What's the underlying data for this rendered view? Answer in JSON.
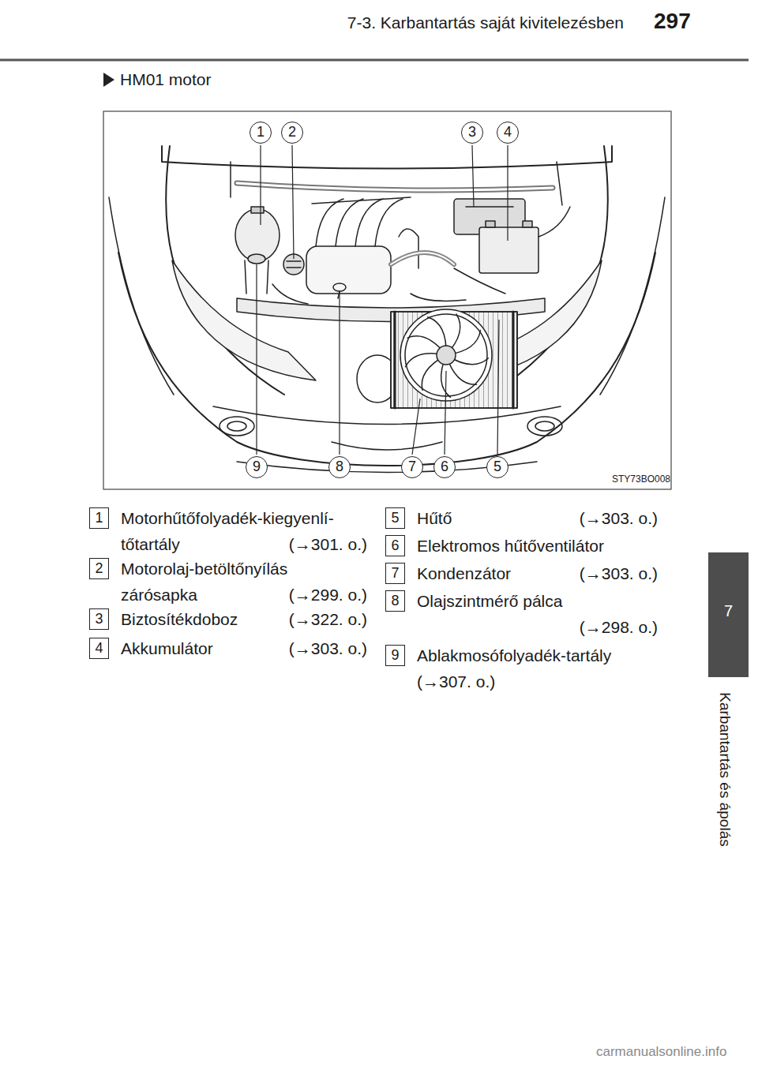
{
  "diagram": {
    "nodes": [
      {
        "text": [
          "1"
        ]
      },
      {
        "text": [
          "2"
        ]
      },
      {
        "text": [
          "3"
        ]
      },
      {
        "text": [
          "4"
        ]
      },
      {
        "text": [
          "9"
        ]
      },
      {
        "text": [
          "8"
        ]
      },
      {
        "text": [
          "7"
        ]
      },
      {
        "text": [
          "6"
        ]
      },
      {
        "text": [
          "5"
        ]
      },
      {
        "text": [
          "1",
          "Motorhűtőfolyadék-kiegyenlí- tőtartály",
          "(→301. o.)"
        ]
      },
      {
        "text": [
          "2",
          "Motorolaj-betöltőnyílás zárósapka",
          "(→299. o.)"
        ]
      },
      {
        "text": [
          "3",
          "Biztosítékdoboz",
          "(→322. o.)"
        ]
      },
      {
        "text": [
          "4",
          "Akkumulátor",
          "(→303. o.)"
        ]
      },
      {
        "text": [
          "5",
          "Hűtő",
          "(→303. o.)"
        ]
      },
      {
        "text": [
          "6",
          "Elektromos hűtőventilátor"
        ]
      },
      {
        "text": [
          "7",
          "Kondenzátor",
          "(→303. o.)"
        ]
      },
      {
        "text": [
          "8",
          "Olajszintmérő pálca",
          "(→298. o.)"
        ]
      },
      {
        "text": [
          "9",
          "Ablakmosófolyadék-tartály",
          "(→307. o.)"
        ]
      },
      {
        "text": [
          "7"
        ]
      }
    ],
    "labels": [
      "7-3. Karbantartás saját kivitelezésben",
      "297",
      "HM01 motor",
      "STY73BO008",
      "Karbantartás és ápolás",
      "carmanualsonline.info"
    ]
  }
}
